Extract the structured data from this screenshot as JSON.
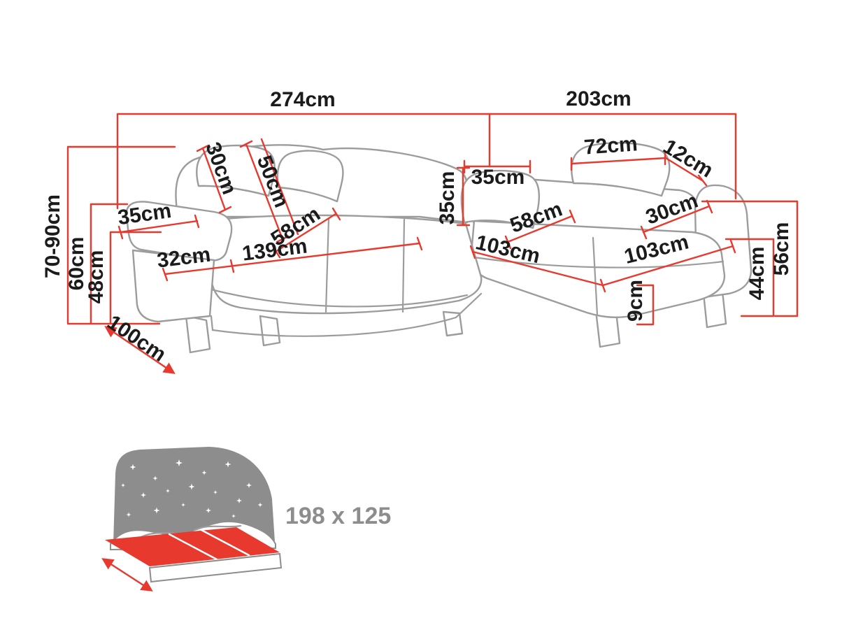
{
  "dims": {
    "w274": "274cm",
    "w203": "203cm",
    "h7090": "70-90cm",
    "h60": "60cm",
    "h48": "48cm",
    "d100": "100cm",
    "hr30": "30cm",
    "b50": "50cm",
    "arm35": "35cm",
    "arm32": "32cm",
    "seat139": "139cm",
    "seat58": "58cm",
    "pil35v": "35cm",
    "pil35h": "35cm",
    "hr72": "72cm",
    "hr12": "12cm",
    "back30": "30cm",
    "chaise58": "58cm",
    "chaise103a": "103cm",
    "chaise103b": "103cm",
    "h44": "44cm",
    "h56": "56cm",
    "leg9": "9cm"
  },
  "bed": {
    "label": "198 x 125",
    "icon": "sofa-bed-icon"
  },
  "colors": {
    "dimension": "#e8392f",
    "outline": "#9c9c9c",
    "icon_gray": "#8d8d8d",
    "text": "#1b1b1b"
  }
}
